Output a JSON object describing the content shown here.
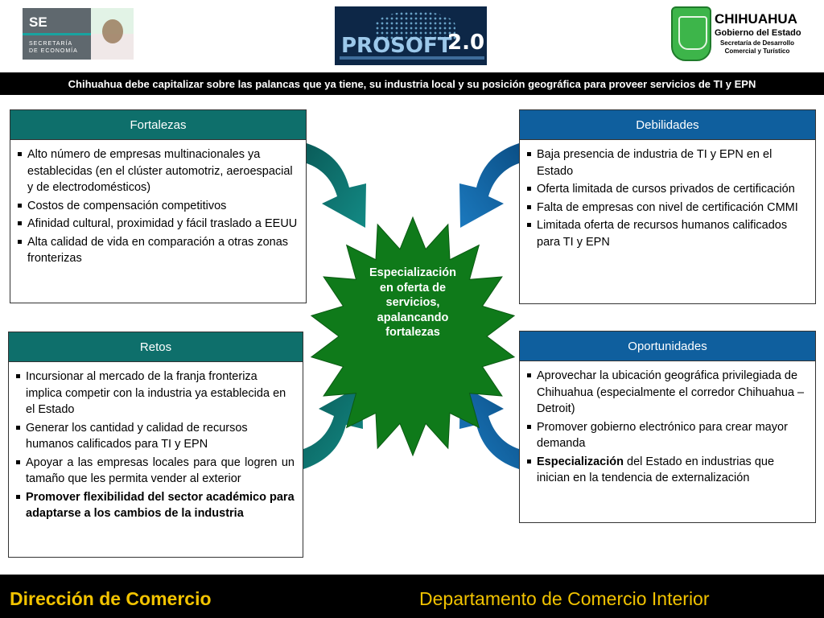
{
  "header": {
    "se_logo": {
      "title": "SE",
      "subtitle_line1": "SECRETARÍA",
      "subtitle_line2": "DE ECONOMÍA"
    },
    "prosoft_logo": {
      "word": "PROSOFT",
      "version": "2.0"
    },
    "chihuahua_logo": {
      "title": "CHIHUAHUA",
      "subtitle": "Gobierno del Estado",
      "dept_line1": "Secretaría de Desarrollo",
      "dept_line2": "Comercial y Turístico"
    }
  },
  "banner": "Chihuahua debe capitalizar sobre las palancas que ya tiene, su industria local y su posición geográfica para proveer servicios de TI y EPN",
  "fortalezas": {
    "title": "Fortalezas",
    "items": [
      "Alto número de empresas multinacionales ya establecidas (en el clúster automotriz, aeroespacial y de electrodomésticos)",
      "Costos de compensación competitivos",
      "Afinidad cultural, proximidad y fácil traslado a EEUU",
      "Alta calidad de vida en comparación a otras zonas fronterizas"
    ]
  },
  "debilidades": {
    "title": "Debilidades",
    "items": [
      "Baja presencia de industria de TI y EPN en el Estado",
      "Oferta limitada de cursos privados de certificación",
      "Falta de empresas con nivel de certificación CMMI",
      "Limitada oferta de recursos humanos calificados para TI y EPN"
    ]
  },
  "retos": {
    "title": "Retos",
    "items": [
      "Incursionar al mercado de la franja fronteriza implica competir con la industria ya establecida en el Estado",
      "Generar los cantidad y calidad de recursos humanos calificados para TI y EPN",
      "Apoyar a las empresas locales para que logren un tamaño que les permita vender al exterior",
      "Promover flexibilidad del sector académico para adaptarse a los cambios de la industria"
    ]
  },
  "oportunidades": {
    "title": "Oportunidades",
    "items": [
      "Aprovechar la ubicación geográfica privilegiada de Chihuahua (especialmente el corredor Chihuahua – Detroit)",
      "Promover gobierno electrónico para crear mayor demanda"
    ],
    "item3_bold": "Especialización",
    "item3_rest": " del Estado en industrias que inician en la tendencia de externalización"
  },
  "center": {
    "line1": "Especialización",
    "line2": "en oferta de",
    "line3": "servicios,",
    "line4": "apalancando",
    "line5": "fortalezas"
  },
  "footer": {
    "left": "Dirección de Comercio",
    "right": "Departamento de Comercio Interior"
  },
  "colors": {
    "teal": "#0e6f6b",
    "blue": "#0f5f9e",
    "star_green": "#0f7a1a",
    "footer_text": "#f2c300"
  }
}
